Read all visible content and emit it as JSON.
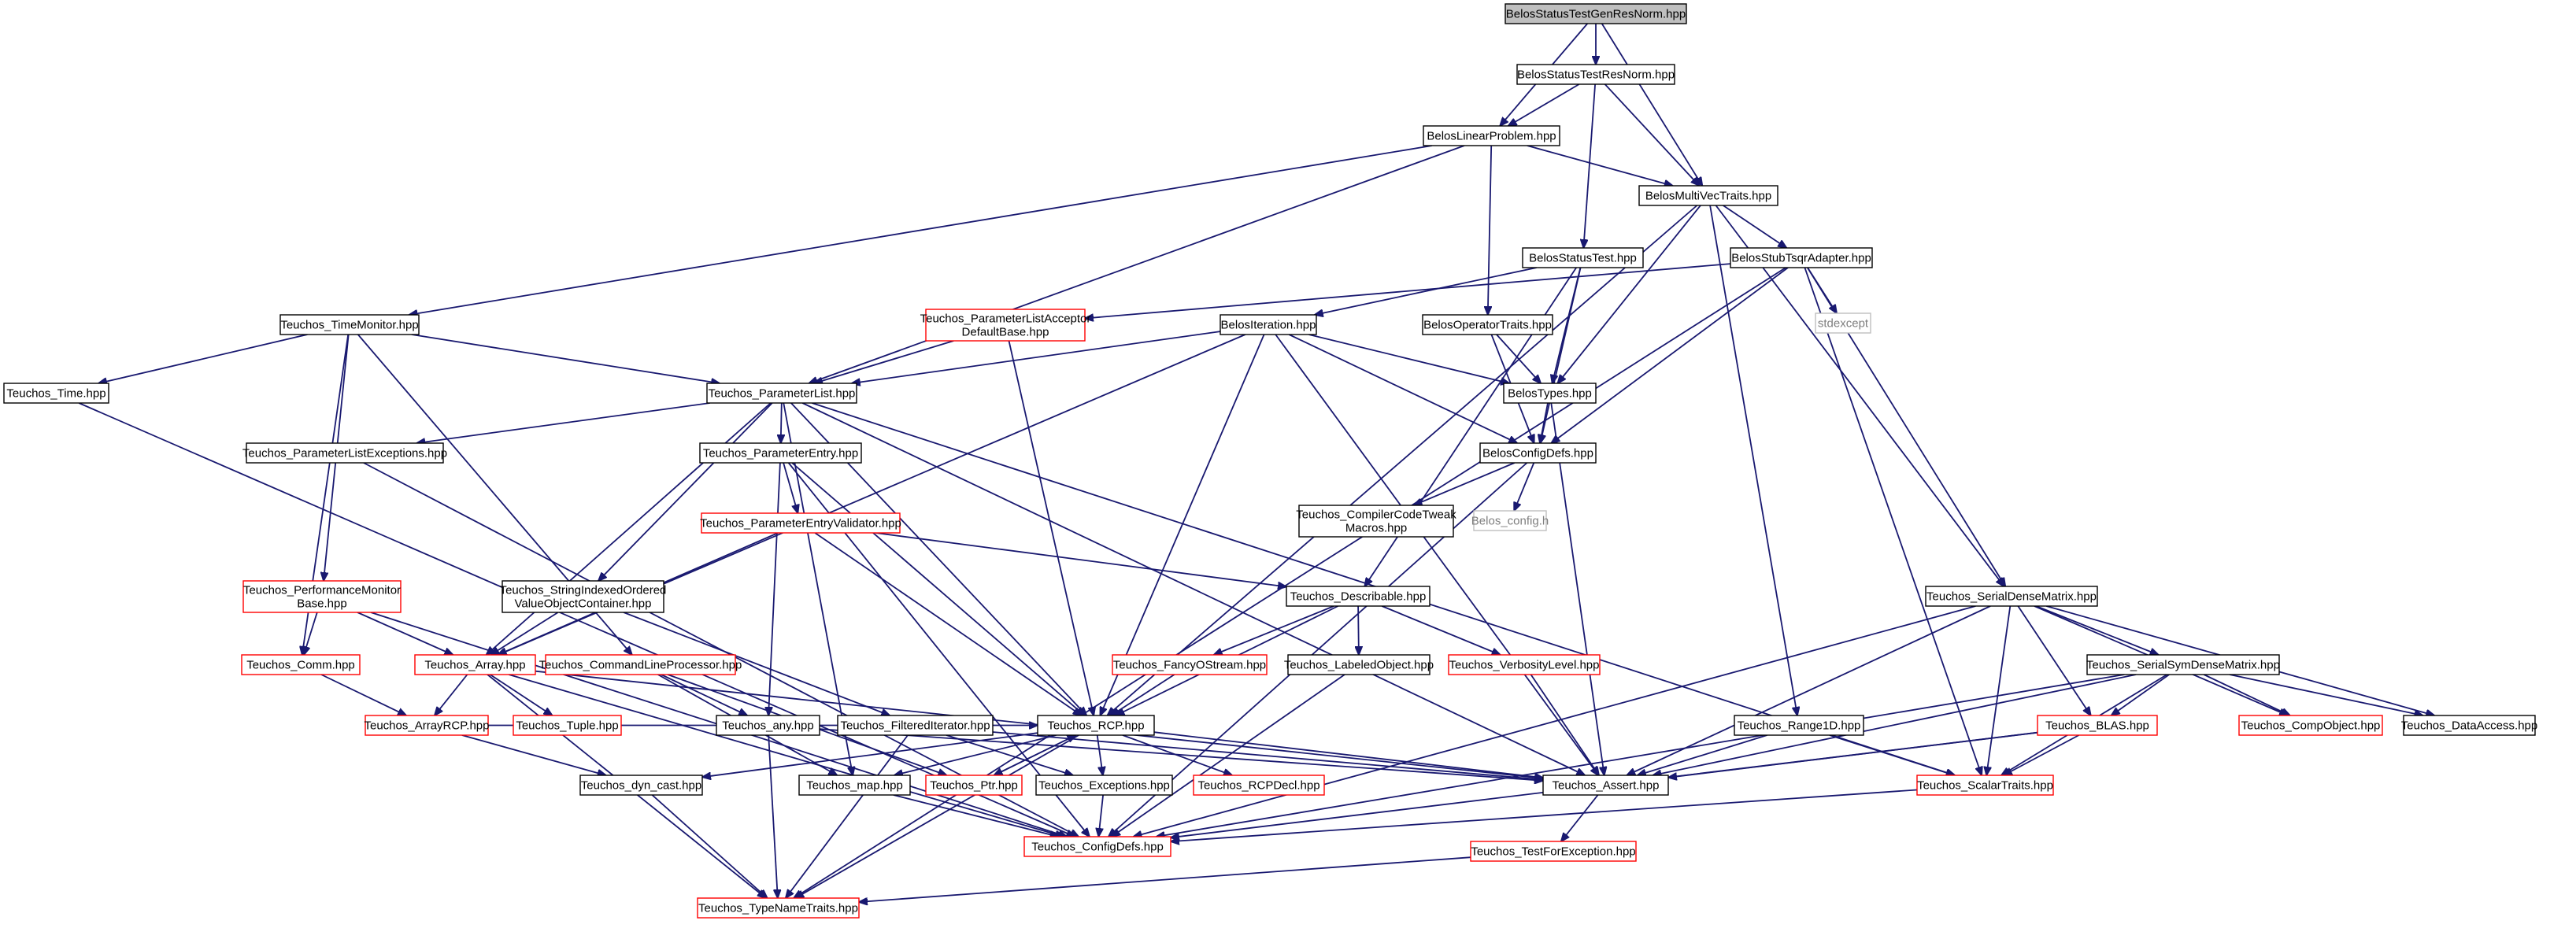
{
  "graph": {
    "colors": {
      "edge": "#191970",
      "documented": "#000000",
      "truncated": "#ff0000",
      "external": "#bfbfbf",
      "root_fill": "#bfbfbf"
    },
    "nodes": [
      {
        "id": "root",
        "label": "BelosStatusTestGenResNorm.hpp",
        "style": "root"
      },
      {
        "id": "resnorm",
        "label": "BelosStatusTestResNorm.hpp",
        "style": "black"
      },
      {
        "id": "linprob",
        "label": "BelosLinearProblem.hpp",
        "style": "black"
      },
      {
        "id": "multivec",
        "label": "BelosMultiVecTraits.hpp",
        "style": "black"
      },
      {
        "id": "statustest",
        "label": "BelosStatusTest.hpp",
        "style": "black"
      },
      {
        "id": "stubtsqr",
        "label": "BelosStubTsqrAdapter.hpp",
        "style": "black"
      },
      {
        "id": "stdexcept",
        "label": "stdexcept",
        "style": "gray"
      },
      {
        "id": "timemon",
        "label": "Teuchos_TimeMonitor.hpp",
        "style": "black"
      },
      {
        "id": "placcept",
        "label": "Teuchos_ParameterListAcceptor\nDefaultBase.hpp",
        "style": "red"
      },
      {
        "id": "iteration",
        "label": "BelosIteration.hpp",
        "style": "black"
      },
      {
        "id": "optraits",
        "label": "BelosOperatorTraits.hpp",
        "style": "black"
      },
      {
        "id": "time",
        "label": "Teuchos_Time.hpp",
        "style": "black"
      },
      {
        "id": "paramlist",
        "label": "Teuchos_ParameterList.hpp",
        "style": "black"
      },
      {
        "id": "belostypes",
        "label": "BelosTypes.hpp",
        "style": "black"
      },
      {
        "id": "plexcept",
        "label": "Teuchos_ParameterListExceptions.hpp",
        "style": "black"
      },
      {
        "id": "paramentry",
        "label": "Teuchos_ParameterEntry.hpp",
        "style": "black"
      },
      {
        "id": "belosconfig",
        "label": "BelosConfigDefs.hpp",
        "style": "black"
      },
      {
        "id": "compilertweak",
        "label": "Teuchos_CompilerCodeTweak\nMacros.hpp",
        "style": "black"
      },
      {
        "id": "belosconfigh",
        "label": "Belos_config.h",
        "style": "gray"
      },
      {
        "id": "pevalidator",
        "label": "Teuchos_ParameterEntryValidator.hpp",
        "style": "red"
      },
      {
        "id": "perfmon",
        "label": "Teuchos_PerformanceMonitor\nBase.hpp",
        "style": "red"
      },
      {
        "id": "strindexed",
        "label": "Teuchos_StringIndexedOrdered\nValueObjectContainer.hpp",
        "style": "black"
      },
      {
        "id": "describable",
        "label": "Teuchos_Describable.hpp",
        "style": "black"
      },
      {
        "id": "serialdense",
        "label": "Teuchos_SerialDenseMatrix.hpp",
        "style": "black"
      },
      {
        "id": "comm",
        "label": "Teuchos_Comm.hpp",
        "style": "red"
      },
      {
        "id": "array",
        "label": "Teuchos_Array.hpp",
        "style": "red"
      },
      {
        "id": "cmdline",
        "label": "Teuchos_CommandLineProcessor.hpp",
        "style": "red"
      },
      {
        "id": "fancyostream",
        "label": "Teuchos_FancyOStream.hpp",
        "style": "red"
      },
      {
        "id": "labeledobj",
        "label": "Teuchos_LabeledObject.hpp",
        "style": "black"
      },
      {
        "id": "verbosity",
        "label": "Teuchos_VerbosityLevel.hpp",
        "style": "red"
      },
      {
        "id": "serialsym",
        "label": "Teuchos_SerialSymDenseMatrix.hpp",
        "style": "black"
      },
      {
        "id": "arrayrcp",
        "label": "Teuchos_ArrayRCP.hpp",
        "style": "red"
      },
      {
        "id": "tuple",
        "label": "Teuchos_Tuple.hpp",
        "style": "red"
      },
      {
        "id": "any",
        "label": "Teuchos_any.hpp",
        "style": "black"
      },
      {
        "id": "filtered",
        "label": "Teuchos_FilteredIterator.hpp",
        "style": "black"
      },
      {
        "id": "rcp",
        "label": "Teuchos_RCP.hpp",
        "style": "black"
      },
      {
        "id": "range1d",
        "label": "Teuchos_Range1D.hpp",
        "style": "black"
      },
      {
        "id": "blas",
        "label": "Teuchos_BLAS.hpp",
        "style": "red"
      },
      {
        "id": "compobject",
        "label": "Teuchos_CompObject.hpp",
        "style": "red"
      },
      {
        "id": "dataaccess",
        "label": "Teuchos_DataAccess.hpp",
        "style": "black"
      },
      {
        "id": "dyncast",
        "label": "Teuchos_dyn_cast.hpp",
        "style": "black"
      },
      {
        "id": "map",
        "label": "Teuchos_map.hpp",
        "style": "black"
      },
      {
        "id": "ptr",
        "label": "Teuchos_Ptr.hpp",
        "style": "red"
      },
      {
        "id": "exceptions",
        "label": "Teuchos_Exceptions.hpp",
        "style": "black"
      },
      {
        "id": "rcpdecl",
        "label": "Teuchos_RCPDecl.hpp",
        "style": "red"
      },
      {
        "id": "assert",
        "label": "Teuchos_Assert.hpp",
        "style": "black"
      },
      {
        "id": "scalartraits",
        "label": "Teuchos_ScalarTraits.hpp",
        "style": "red"
      },
      {
        "id": "configdefs",
        "label": "Teuchos_ConfigDefs.hpp",
        "style": "red"
      },
      {
        "id": "testforexc",
        "label": "Teuchos_TestForException.hpp",
        "style": "red"
      },
      {
        "id": "typename",
        "label": "Teuchos_TypeNameTraits.hpp",
        "style": "red"
      }
    ],
    "edges": [
      [
        "root",
        "resnorm"
      ],
      [
        "root",
        "linprob"
      ],
      [
        "root",
        "multivec"
      ],
      [
        "resnorm",
        "linprob"
      ],
      [
        "resnorm",
        "multivec"
      ],
      [
        "resnorm",
        "statustest"
      ],
      [
        "linprob",
        "multivec"
      ],
      [
        "linprob",
        "timemon"
      ],
      [
        "linprob",
        "paramlist"
      ],
      [
        "linprob",
        "optraits"
      ],
      [
        "multivec",
        "stubtsqr"
      ],
      [
        "multivec",
        "belostypes"
      ],
      [
        "multivec",
        "serialdense"
      ],
      [
        "multivec",
        "range1d"
      ],
      [
        "multivec",
        "rcp"
      ],
      [
        "statustest",
        "iteration"
      ],
      [
        "statustest",
        "belostypes"
      ],
      [
        "statustest",
        "belosconfig"
      ],
      [
        "statustest",
        "describable"
      ],
      [
        "stubtsqr",
        "stdexcept"
      ],
      [
        "stubtsqr",
        "placcept"
      ],
      [
        "stubtsqr",
        "belosconfig"
      ],
      [
        "stubtsqr",
        "serialdense"
      ],
      [
        "stubtsqr",
        "scalartraits"
      ],
      [
        "stubtsqr",
        "typename"
      ],
      [
        "timemon",
        "time"
      ],
      [
        "timemon",
        "paramlist"
      ],
      [
        "timemon",
        "perfmon"
      ],
      [
        "timemon",
        "comm"
      ],
      [
        "timemon",
        "cmdline"
      ],
      [
        "placcept",
        "paramlist"
      ],
      [
        "placcept",
        "rcp"
      ],
      [
        "iteration",
        "paramlist"
      ],
      [
        "iteration",
        "belostypes"
      ],
      [
        "iteration",
        "belosconfig"
      ],
      [
        "iteration",
        "array"
      ],
      [
        "iteration",
        "rcp"
      ],
      [
        "iteration",
        "assert"
      ],
      [
        "optraits",
        "belostypes"
      ],
      [
        "optraits",
        "belosconfig"
      ],
      [
        "time",
        "configdefs"
      ],
      [
        "paramlist",
        "plexcept"
      ],
      [
        "paramlist",
        "paramentry"
      ],
      [
        "paramlist",
        "strindexed"
      ],
      [
        "paramlist",
        "array"
      ],
      [
        "paramlist",
        "rcp"
      ],
      [
        "paramlist",
        "map"
      ],
      [
        "paramlist",
        "scalartraits"
      ],
      [
        "paramlist",
        "assert"
      ],
      [
        "belostypes",
        "belosconfig"
      ],
      [
        "belostypes",
        "assert"
      ],
      [
        "plexcept",
        "configdefs"
      ],
      [
        "paramentry",
        "pevalidator"
      ],
      [
        "paramentry",
        "any"
      ],
      [
        "paramentry",
        "rcp"
      ],
      [
        "paramentry",
        "configdefs"
      ],
      [
        "belosconfig",
        "compilertweak"
      ],
      [
        "belosconfig",
        "belosconfigh"
      ],
      [
        "belosconfig",
        "configdefs"
      ],
      [
        "pevalidator",
        "describable"
      ],
      [
        "pevalidator",
        "array"
      ],
      [
        "pevalidator",
        "rcp"
      ],
      [
        "perfmon",
        "comm"
      ],
      [
        "perfmon",
        "array"
      ],
      [
        "perfmon",
        "configdefs"
      ],
      [
        "strindexed",
        "array"
      ],
      [
        "strindexed",
        "filtered"
      ],
      [
        "describable",
        "fancyostream"
      ],
      [
        "describable",
        "labeledobj"
      ],
      [
        "describable",
        "verbosity"
      ],
      [
        "describable",
        "rcp"
      ],
      [
        "serialdense",
        "serialsym"
      ],
      [
        "serialdense",
        "blas"
      ],
      [
        "serialdense",
        "compobject"
      ],
      [
        "serialdense",
        "dataaccess"
      ],
      [
        "serialdense",
        "assert"
      ],
      [
        "serialdense",
        "scalartraits"
      ],
      [
        "serialdense",
        "configdefs"
      ],
      [
        "comm",
        "arrayrcp"
      ],
      [
        "array",
        "arrayrcp"
      ],
      [
        "array",
        "tuple"
      ],
      [
        "array",
        "configdefs"
      ],
      [
        "array",
        "assert"
      ],
      [
        "array",
        "typename"
      ],
      [
        "cmdline",
        "any"
      ],
      [
        "cmdline",
        "ptr"
      ],
      [
        "cmdline",
        "map"
      ],
      [
        "fancyostream",
        "rcp"
      ],
      [
        "labeledobj",
        "configdefs"
      ],
      [
        "verbosity",
        "assert"
      ],
      [
        "serialsym",
        "blas"
      ],
      [
        "serialsym",
        "compobject"
      ],
      [
        "serialsym",
        "dataaccess"
      ],
      [
        "serialsym",
        "assert"
      ],
      [
        "serialsym",
        "scalartraits"
      ],
      [
        "serialsym",
        "configdefs"
      ],
      [
        "arrayrcp",
        "rcp"
      ],
      [
        "arrayrcp",
        "dyncast"
      ],
      [
        "any",
        "assert"
      ],
      [
        "any",
        "typename"
      ],
      [
        "filtered",
        "exceptions"
      ],
      [
        "filtered",
        "assert"
      ],
      [
        "filtered",
        "typename"
      ],
      [
        "rcp",
        "ptr"
      ],
      [
        "rcp",
        "exceptions"
      ],
      [
        "rcp",
        "rcpdecl"
      ],
      [
        "rcp",
        "dyncast"
      ],
      [
        "rcp",
        "map"
      ],
      [
        "rcp",
        "assert"
      ],
      [
        "rcp",
        "typename"
      ],
      [
        "range1d",
        "assert"
      ],
      [
        "range1d",
        "scalartraits"
      ],
      [
        "blas",
        "assert"
      ],
      [
        "blas",
        "scalartraits"
      ],
      [
        "blas",
        "configdefs"
      ],
      [
        "dyncast",
        "typename"
      ],
      [
        "map",
        "configdefs"
      ],
      [
        "ptr",
        "rcp"
      ],
      [
        "exceptions",
        "configdefs"
      ],
      [
        "assert",
        "testforexc"
      ],
      [
        "scalartraits",
        "configdefs"
      ],
      [
        "testforexc",
        "typename"
      ]
    ]
  }
}
